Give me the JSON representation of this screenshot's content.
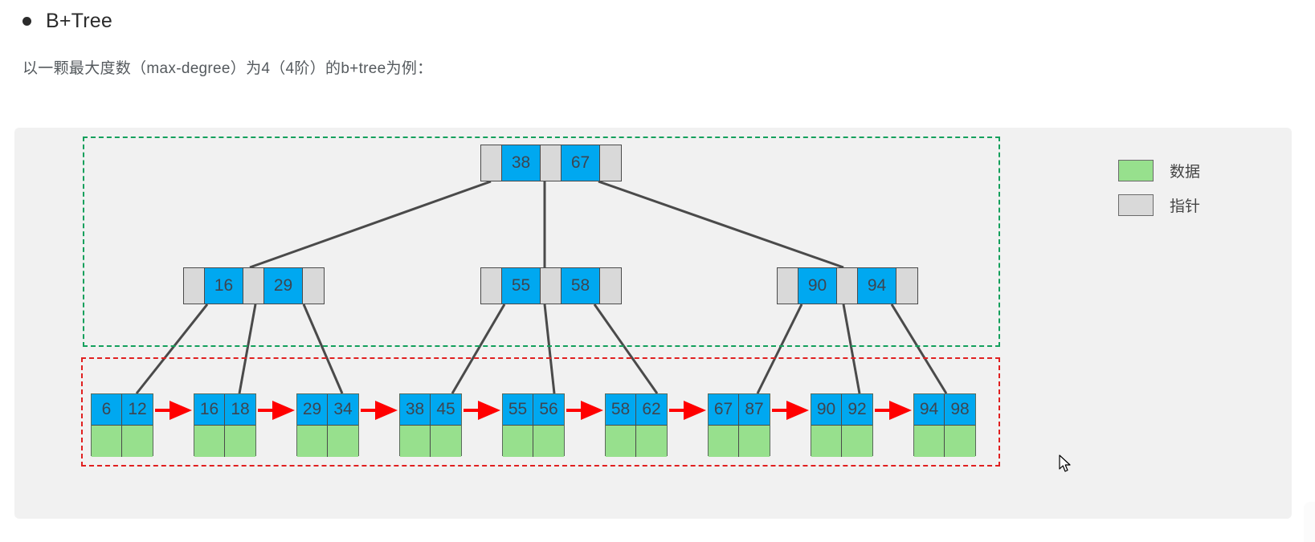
{
  "heading": {
    "bullet": "bullet-dot",
    "title": "B+Tree"
  },
  "subtitle": "以一颗最大度数（max-degree）为4（4阶）的b+tree为例：",
  "legend": {
    "items": [
      {
        "swatch": "green",
        "label": "数据",
        "color": "#97e08d"
      },
      {
        "swatch": "gray",
        "label": "指针",
        "color": "#d9d9d9"
      }
    ]
  },
  "colors": {
    "key_blue": "#00a8f0",
    "data_green": "#97e08d",
    "pointer_gray": "#d9d9d9",
    "index_region_border": "#13a05c",
    "leaf_region_border": "#e02020",
    "link_arrow": "#ff0000",
    "edge_line": "#4a4a4a",
    "panel_bg": "#f1f1f1"
  },
  "tree": {
    "root": {
      "keys": [
        "38",
        "67"
      ],
      "pointers": 3
    },
    "internal": [
      {
        "keys": [
          "16",
          "29"
        ],
        "pointers": 3
      },
      {
        "keys": [
          "55",
          "58"
        ],
        "pointers": 3
      },
      {
        "keys": [
          "90",
          "94"
        ],
        "pointers": 3
      }
    ],
    "leaves": [
      {
        "keys": [
          "6",
          "12"
        ]
      },
      {
        "keys": [
          "16",
          "18"
        ]
      },
      {
        "keys": [
          "29",
          "34"
        ]
      },
      {
        "keys": [
          "38",
          "45"
        ]
      },
      {
        "keys": [
          "55",
          "56"
        ]
      },
      {
        "keys": [
          "58",
          "62"
        ]
      },
      {
        "keys": [
          "67",
          "87"
        ]
      },
      {
        "keys": [
          "90",
          "92"
        ]
      },
      {
        "keys": [
          "94",
          "98"
        ]
      }
    ]
  }
}
